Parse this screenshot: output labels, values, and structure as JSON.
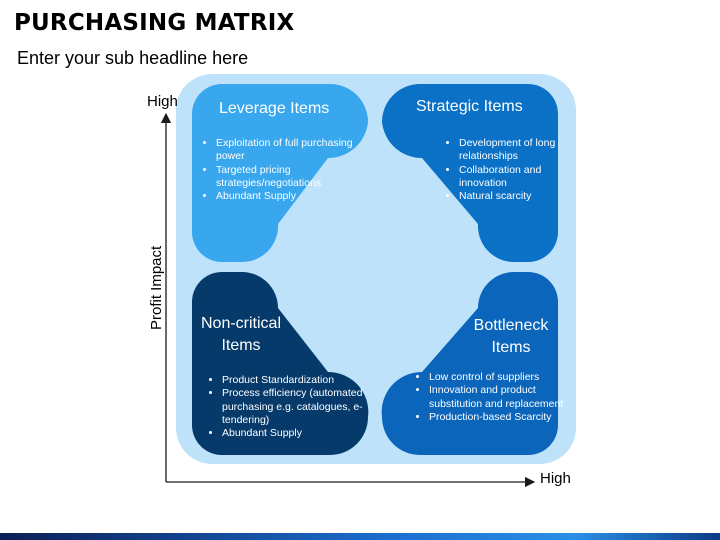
{
  "header": {
    "title": "PURCHASING MATRIX",
    "subtitle": "Enter your sub headline here"
  },
  "axes": {
    "y_high": "High",
    "x_high": "High",
    "y_title": "Profit Impact"
  },
  "colors": {
    "background_square": "#bfe2fb",
    "leverage": "#39a7ee",
    "strategic": "#0a71c7",
    "non_critical": "#063a6b",
    "bottleneck": "#0a65bb"
  },
  "quadrants": {
    "leverage": {
      "title": "Leverage Items",
      "bullets": [
        "Exploitation of full purchasing power",
        "Targeted pricing strategies/negotiations",
        "Abundant Supply"
      ]
    },
    "strategic": {
      "title": "Strategic Items",
      "bullets": [
        "Development of long relationships",
        "Collaboration and innovation",
        "Natural scarcity"
      ]
    },
    "non_critical": {
      "title_line1": "Non-critical",
      "title_line2": "Items",
      "bullets": [
        "Product Standardization",
        "Process efficiency (automated purchasing e.g. catalogues, e- tendering)",
        "Abundant Supply"
      ]
    },
    "bottleneck": {
      "title_line1": "Bottleneck",
      "title_line2": "Items",
      "bullets": [
        "Low control of suppliers",
        "Innovation and product substitution and replacement",
        "Production-based Scarcity"
      ]
    }
  }
}
